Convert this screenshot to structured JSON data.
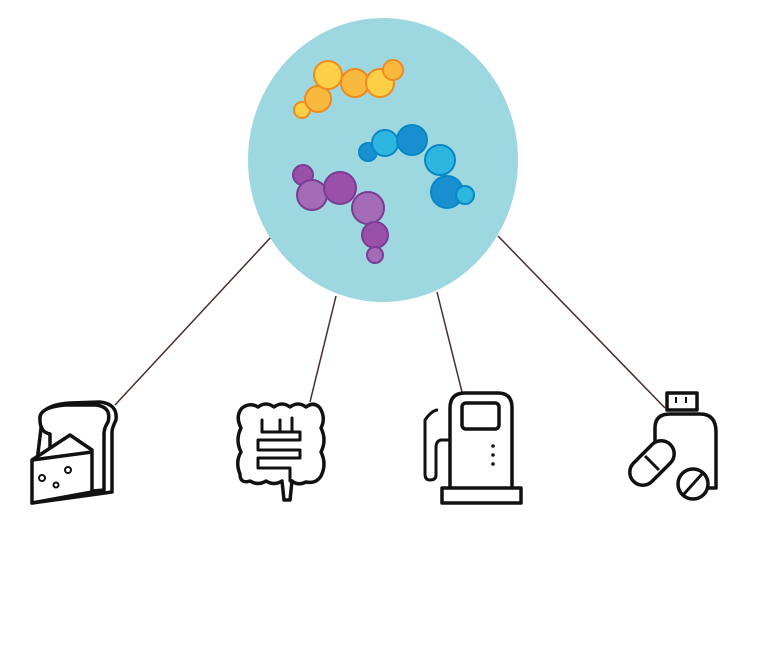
{
  "diagram": {
    "center": {
      "name": "gut-microbiome",
      "fill": "#9dd8e0"
    },
    "bacteria": [
      {
        "name": "orange-bacteria-chain",
        "fill": "#f9b93f",
        "stroke": "#f08a1c"
      },
      {
        "name": "blue-bacteria-chain",
        "fill": "#2cb6e0",
        "stroke": "#0a88c4"
      },
      {
        "name": "purple-bacteria-chain",
        "fill": "#a46cb8",
        "stroke": "#7a3d94"
      }
    ],
    "icons": [
      "bread-cheese-icon",
      "intestine-icon",
      "fuel-pump-icon",
      "pill-bottle-icon"
    ],
    "connector_color": "#4a2c2c",
    "icon_color": "#111111"
  }
}
